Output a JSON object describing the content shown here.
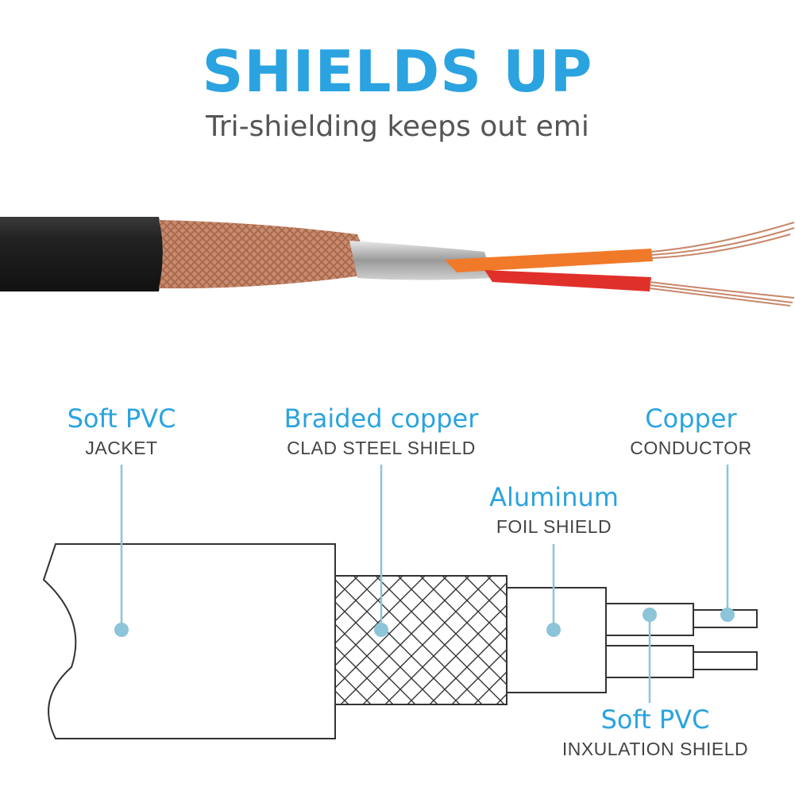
{
  "header": {
    "title": "SHIELDS UP",
    "subtitle": "Tri-shielding keeps out emi"
  },
  "labels": {
    "jacket": {
      "main": "Soft PVC",
      "sub": "JACKET"
    },
    "braid": {
      "main": "Braided copper",
      "sub": "CLAD STEEL SHIELD"
    },
    "foil": {
      "main": "Aluminum",
      "sub": "FOIL SHIELD"
    },
    "conductor": {
      "main": "Copper",
      "sub": "CONDUCTOR"
    },
    "insulation": {
      "main": "Soft PVC",
      "sub": "INXULATION SHIELD"
    }
  },
  "colors": {
    "accent": "#2aa3e0",
    "callout": "#8cc4d8",
    "jacket_black": "#2a2a2a",
    "copper": "#c8876a",
    "orange_wire": "#f07a2a",
    "red_wire": "#e0302a"
  }
}
